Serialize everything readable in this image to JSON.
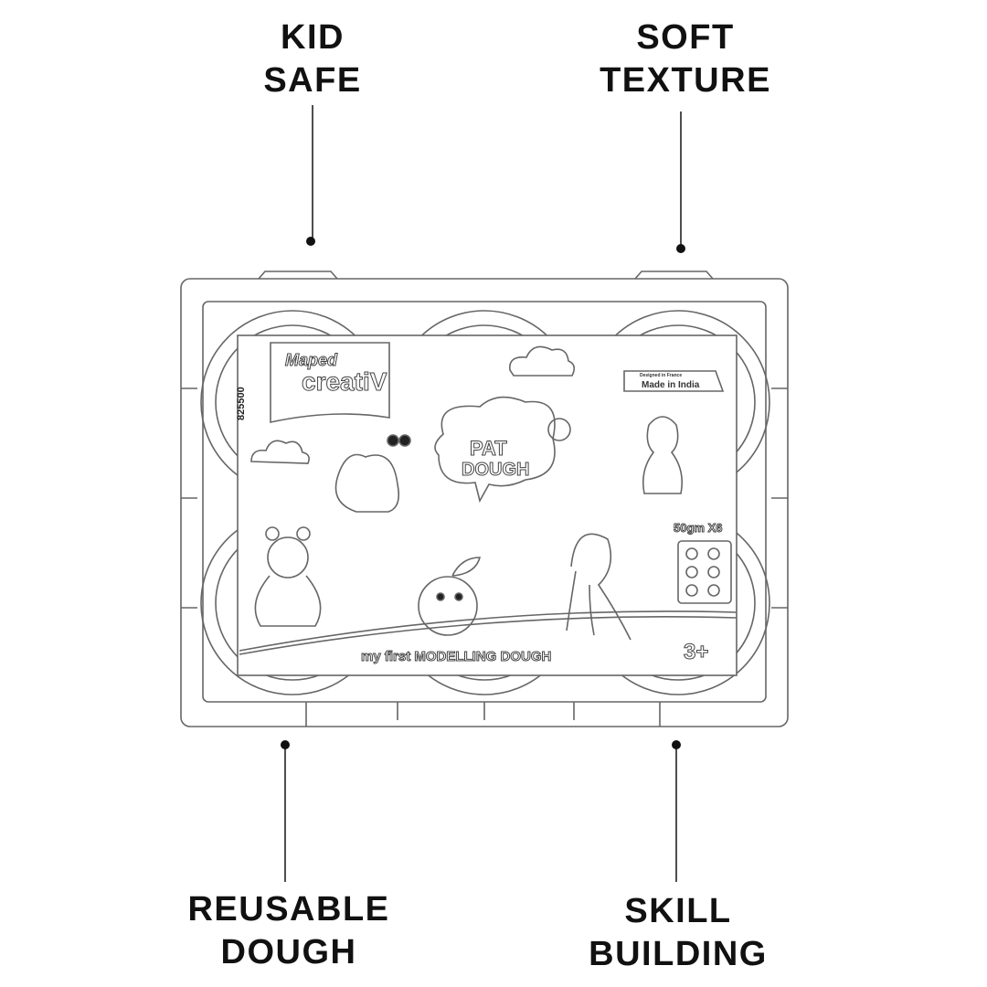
{
  "callouts": {
    "top_left": {
      "line1": "KID",
      "line2": "SAFE"
    },
    "top_right": {
      "line1": "SOFT",
      "line2": "TEXTURE"
    },
    "bottom_left": {
      "line1": "REUSABLE",
      "line2": "DOUGH"
    },
    "bottom_right": {
      "line1": "SKILL",
      "line2": "BUILDING"
    }
  },
  "package": {
    "brand_top": "Maped",
    "brand_bottom": "creatiV",
    "product_code": "825500",
    "designed_in": "Designed in France",
    "made_in": "Made in India",
    "logo_line1": "PAT",
    "logo_line2": "DOUGH",
    "quantity": "50gm X6",
    "tagline": "my first MODELLING DOUGH",
    "age": "3+"
  },
  "colors": {
    "line": "#555555",
    "text": "#111111"
  }
}
